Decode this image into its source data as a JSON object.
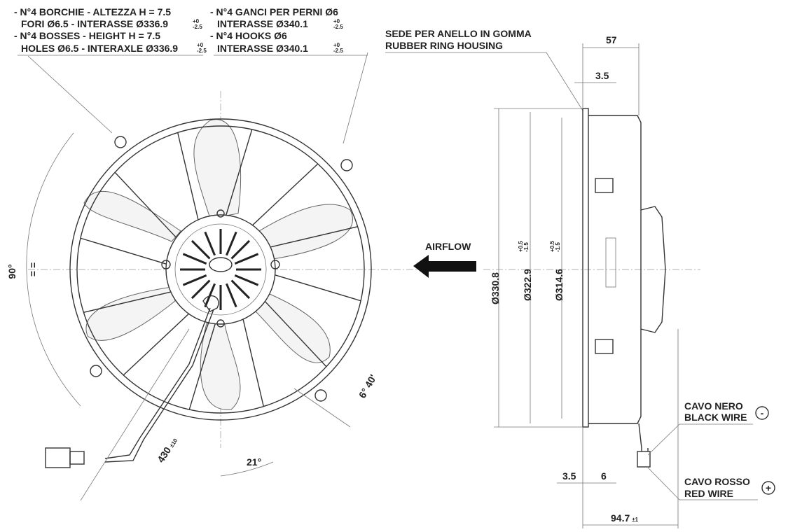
{
  "notes": {
    "bosses": {
      "line1": "- N°4 BORCHIE - ALTEZZA H = 7.5",
      "line2": "FORI Ø6.5 - INTERASSE Ø336.9",
      "line3": "- N°4 BOSSES - HEIGHT H = 7.5",
      "line4": "HOLES Ø6.5 - INTERAXLE Ø336.9",
      "tol_plus": "+0",
      "tol_minus": "-2.5"
    },
    "hooks": {
      "line1": "- N°4 GANCI PER PERNI Ø6",
      "line2": "INTERASSE Ø340.1",
      "line3": "- N°4 HOOKS Ø6",
      "line4": "INTERASSE Ø340.1",
      "tol_plus": "+0",
      "tol_minus": "-2.5"
    },
    "rubber_ring": {
      "line1": "SEDE PER ANELLO IN GOMMA",
      "line2": "RUBBER RING HOUSING"
    },
    "airflow": "AIRFLOW",
    "black_wire": {
      "line1": "CAVO NERO",
      "line2": "BLACK WIRE",
      "symbol": "-"
    },
    "red_wire": {
      "line1": "CAVO ROSSO",
      "line2": "RED WIRE",
      "symbol": "+"
    }
  },
  "dimensions": {
    "angle_90": "90°",
    "equal_marks": "= =",
    "angle_6_40": "6° 40'",
    "angle_21": "21°",
    "cable_length": "430",
    "cable_tol": "±10",
    "depth_57": "57",
    "flange_3_5_top": "3.5",
    "flange_3_5_bottom": "3.5",
    "gap_6": "6",
    "total_depth": "94.7",
    "total_depth_tol": "±1",
    "dia_330": "Ø330.8",
    "dia_322": "Ø322.9",
    "dia_322_tol_plus": "+0.5",
    "dia_322_tol_minus": "-1.5",
    "dia_314": "Ø314.6",
    "dia_314_tol_plus": "+0.5",
    "dia_314_tol_minus": "-1.5"
  }
}
